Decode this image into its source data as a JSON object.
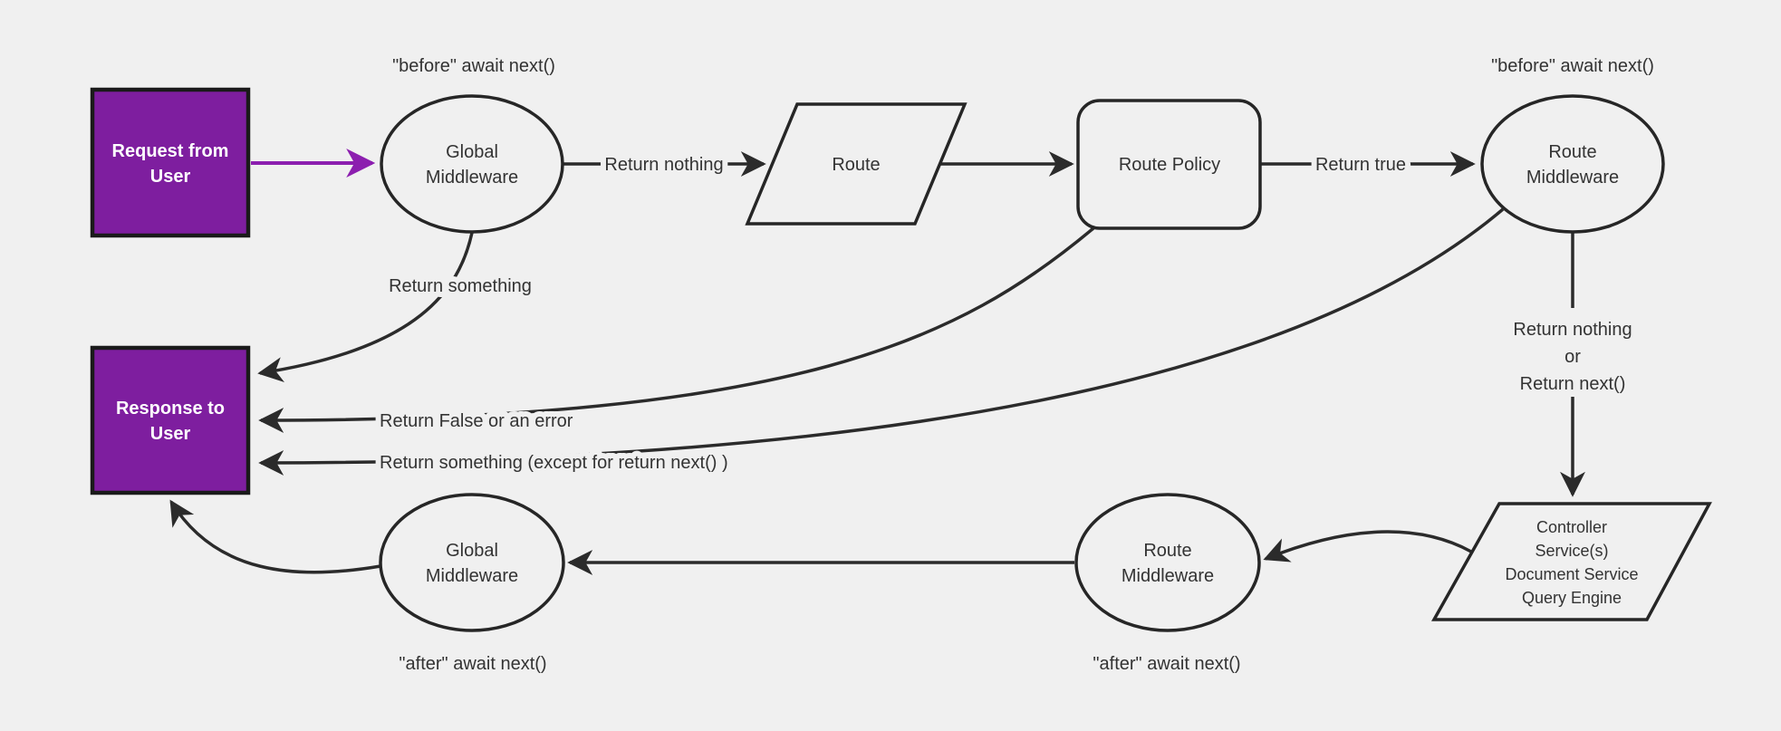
{
  "diagram": {
    "title": "Request lifecycle middleware flowchart",
    "colors": {
      "background": "#f0f0f0",
      "line": "#2b2b2b",
      "node_stroke": "#262626",
      "box_border": "#1a1a1a",
      "node_purple": "#7e1e9f",
      "arrow_purple": "#8c1faf",
      "text": "#333333"
    },
    "nodes": {
      "request": {
        "lines": [
          "Request from",
          "User"
        ]
      },
      "global_mw_top": {
        "lines": [
          "Global",
          "Middleware"
        ]
      },
      "route": {
        "label": "Route"
      },
      "route_policy": {
        "label": "Route Policy"
      },
      "route_mw_top": {
        "lines": [
          "Route",
          "Middleware"
        ]
      },
      "response": {
        "lines": [
          "Response to",
          "User"
        ]
      },
      "global_mw_bottom": {
        "lines": [
          "Global",
          "Middleware"
        ]
      },
      "route_mw_bottom": {
        "lines": [
          "Route",
          "Middleware"
        ]
      },
      "controller": {
        "lines": [
          "Controller",
          "Service(s)",
          "Document Service",
          "Query Engine"
        ]
      }
    },
    "labels": {
      "before_await_left": "\"before\" await next()",
      "before_await_right": "\"before\" await next()",
      "return_nothing": "Return nothing",
      "return_true": "Return true",
      "return_something": "Return something",
      "return_false_or_error": "Return False or an error",
      "return_something_except": "Return something (except for return next() )",
      "return_nothing_or": [
        "Return nothing",
        "or",
        "Return next()"
      ],
      "after_await_left": "\"after\" await next()",
      "after_await_right": "\"after\" await next()"
    }
  }
}
